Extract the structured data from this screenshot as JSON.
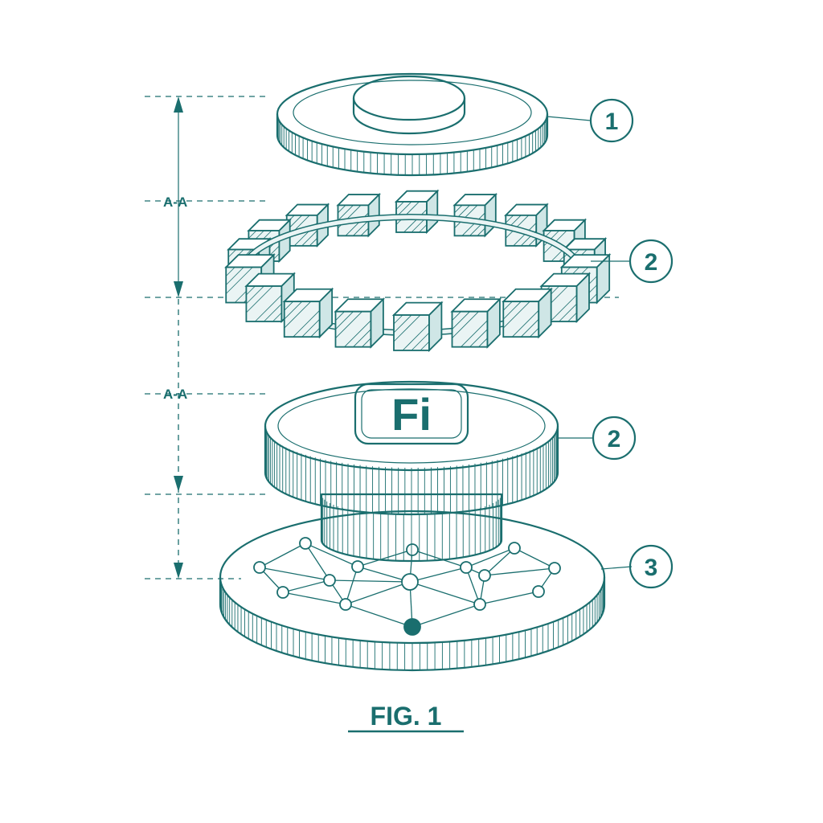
{
  "callouts": [
    {
      "id": "callout-1",
      "label": "1"
    },
    {
      "id": "callout-2-ring",
      "label": "2"
    },
    {
      "id": "callout-2-disc",
      "label": "2"
    },
    {
      "id": "callout-3",
      "label": "3"
    }
  ],
  "section_markers": [
    {
      "id": "section-marker-upper",
      "label": "A-A"
    },
    {
      "id": "section-marker-lower",
      "label": "A-A"
    }
  ],
  "logo": {
    "text": "Fi"
  },
  "caption": {
    "text": "FIG. 1"
  },
  "colors": {
    "ink": "#1a6e6e",
    "fill_light": "#eaf4f4",
    "fill_accent": "#1f7a7a",
    "background": "#ffffff"
  }
}
